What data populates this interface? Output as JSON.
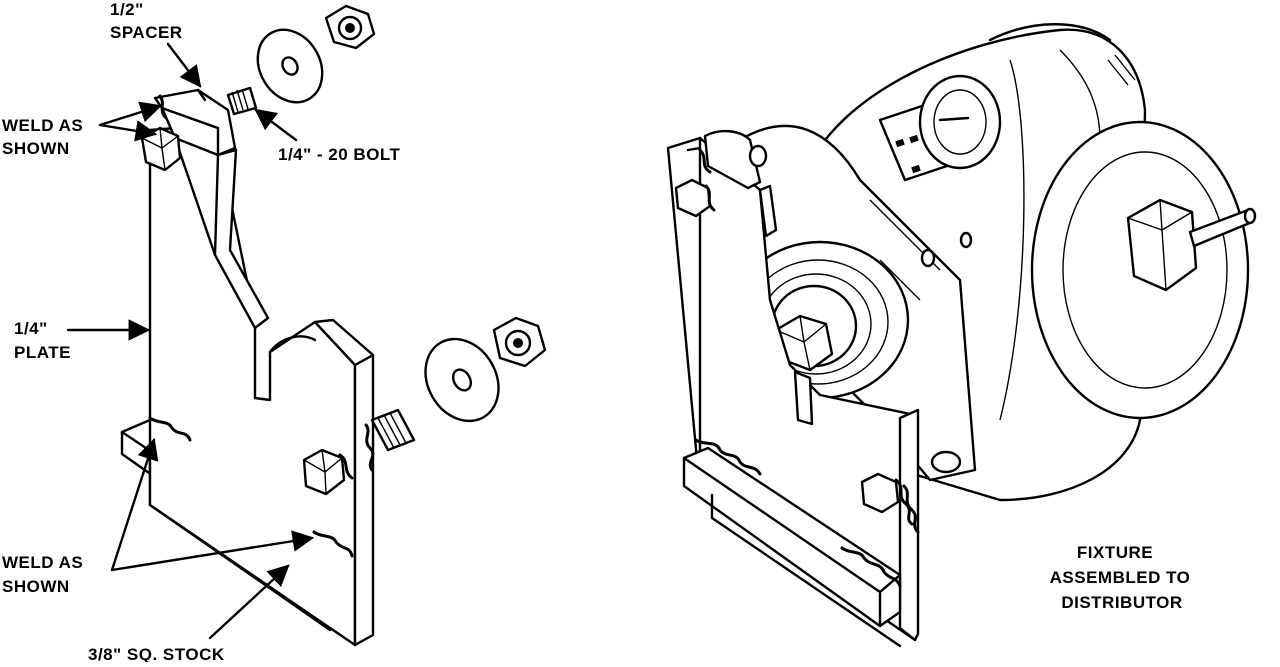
{
  "exploded_view": {
    "labels": {
      "spacer_line1": "1/2\"",
      "spacer_line2": "SPACER",
      "weld_top_line1": "WELD AS",
      "weld_top_line2": "SHOWN",
      "bolt": "1/4\" - 20 BOLT",
      "plate_line1": "1/4\"",
      "plate_line2": "PLATE",
      "weld_bottom_line1": "WELD AS",
      "weld_bottom_line2": "SHOWN",
      "stock": "3/8\" SQ. STOCK"
    }
  },
  "assembled_view": {
    "caption_line1": "FIXTURE",
    "caption_line2": "ASSEMBLED TO",
    "caption_line3": "DISTRIBUTOR"
  },
  "colors": {
    "ink": "#000000",
    "paper": "#ffffff"
  }
}
